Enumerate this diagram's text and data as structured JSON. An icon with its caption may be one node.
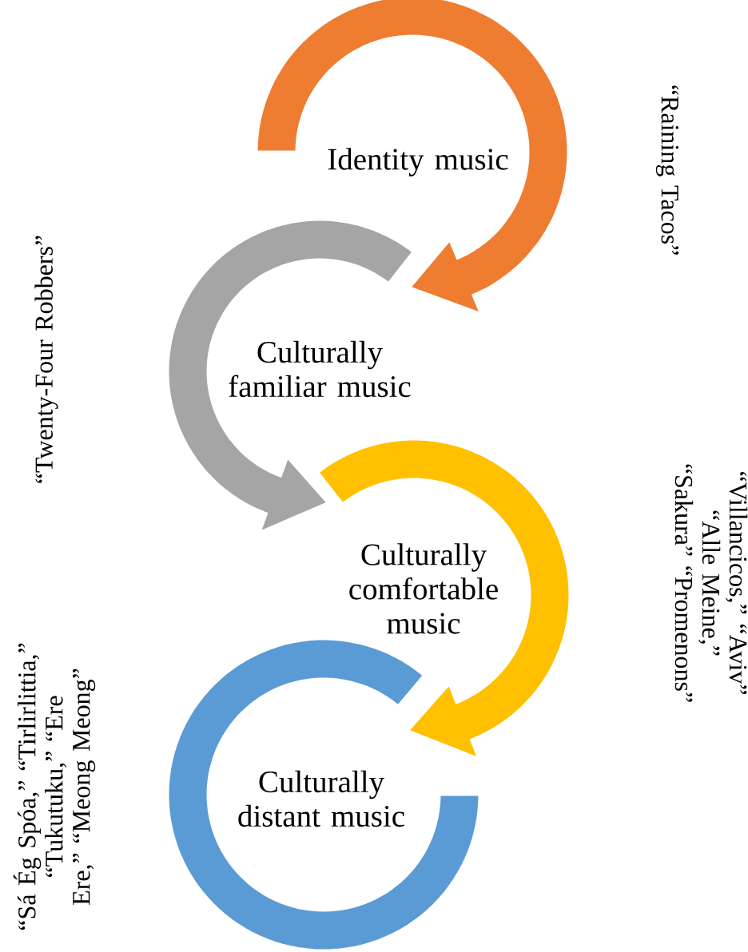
{
  "diagram": {
    "nodes": [
      {
        "text": [
          "Identity music"
        ]
      },
      {
        "text": [
          "Culturally familiar music"
        ]
      },
      {
        "text": [
          "Culturally comfortable music"
        ]
      },
      {
        "text": [
          "Culturally distant music"
        ]
      }
    ],
    "edges": [
      {
        "from": 0,
        "to": 1,
        "arrow": "to",
        "color": "#ee7d31"
      },
      {
        "from": 1,
        "to": 2,
        "arrow": "to",
        "color": "#a5a5a5"
      },
      {
        "from": 2,
        "to": 3,
        "arrow": "to",
        "color": "#ffc000"
      }
    ],
    "labels": [
      "“Raining Tacos”",
      "“Twenty-Four Robbers”",
      "“Villancicos,” “Aviv” “Alle Meine,” “Sakura” “Promenons”",
      "“Sá Ég Spóa,” “Tirlirlittia,” “Tukutuku,” “Ere Ere,” “Meong Meong”"
    ]
  }
}
